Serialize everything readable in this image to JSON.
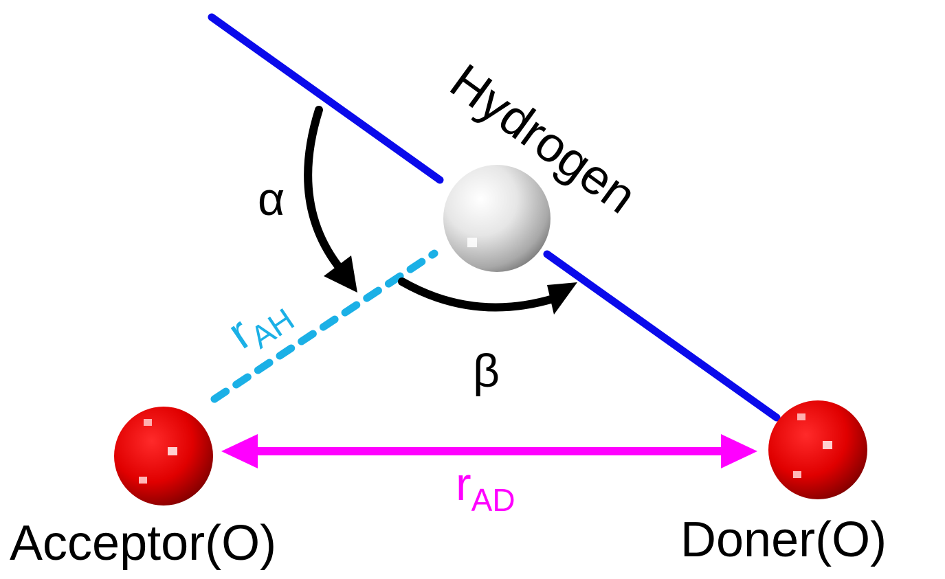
{
  "labels": {
    "hydrogen": "Hydrogen",
    "alpha": "α",
    "beta": "β",
    "r_ah_main": "r",
    "r_ah_sub": "AH",
    "r_ad_main": "r",
    "r_ad_sub": "AD",
    "acceptor": "Acceptor(O)",
    "donor": "Doner(O)"
  },
  "colors": {
    "bond": "#0a0aeb",
    "hbond": "#1bb0e6",
    "distance": "#ff00ff",
    "angle": "#000000",
    "oxygen": "#ff0000",
    "hydrogen": "#e8e8e8",
    "text": "#000000"
  }
}
